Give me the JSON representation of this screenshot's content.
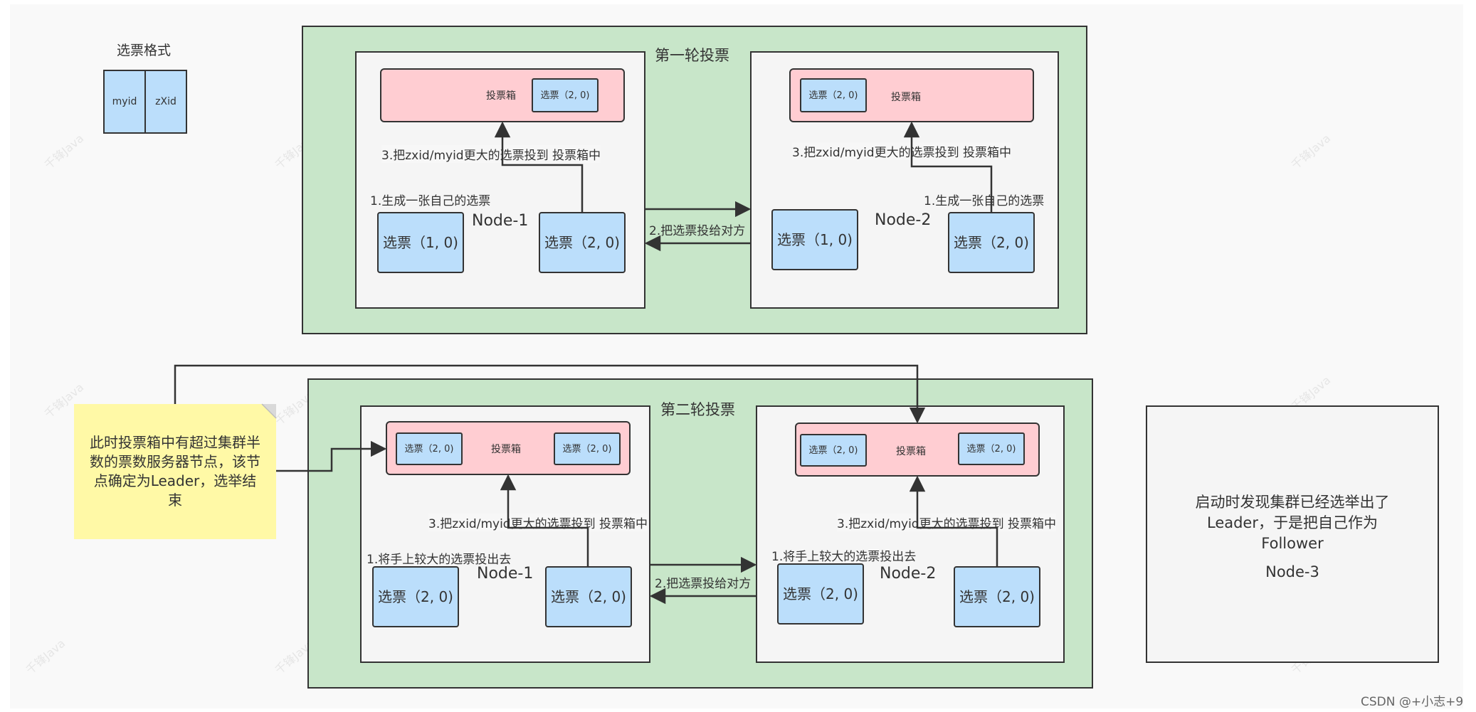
{
  "legend": {
    "title": "选票格式",
    "left": "myid",
    "right": "zXid"
  },
  "round1": {
    "title": "第一轮投票",
    "node1": {
      "name": "Node-1",
      "ballot_label": "投票箱",
      "ballot_vote": "选票（2, 0)",
      "vote_left": "选票（1, 0)",
      "vote_right": "选票（2, 0)",
      "step1": "1.生成一张自己的选票",
      "step3": "3.把zxid/myid更大的选票投到 投票箱中"
    },
    "node2": {
      "name": "Node-2",
      "ballot_label": "投票箱",
      "ballot_vote": "选票（2, 0)",
      "vote_left": "选票（1, 0)",
      "vote_right": "选票（2, 0)",
      "step1": "1.生成一张自己的选票",
      "step3": "3.把zxid/myid更大的选票投到 投票箱中"
    },
    "step2": "2.把选票投给对方"
  },
  "round2": {
    "title": "第二轮投票",
    "node1": {
      "name": "Node-1",
      "ballot_label": "投票箱",
      "ballot_vote_left": "选票（2, 0)",
      "ballot_vote_right": "选票（2, 0)",
      "vote_left": "选票（2, 0)",
      "vote_right": "选票（2, 0)",
      "step1": "1.将手上较大的选票投出去",
      "step3": "3.把zxid/myid更大的选票投到 投票箱中"
    },
    "node2": {
      "name": "Node-2",
      "ballot_label": "投票箱",
      "ballot_vote_left": "选票（2, 0)",
      "ballot_vote_right": "选票（2, 0)",
      "vote_left": "选票（2, 0)",
      "vote_right": "选票（2, 0)",
      "step1": "1.将手上较大的选票投出去",
      "step3": "3.把zxid/myid更大的选票投到 投票箱中"
    },
    "step2": "2.把选票投给对方"
  },
  "note": "此时投票箱中有超过集群半数的票数服务器节点，该节点确定为Leader，选举结束",
  "node3": {
    "desc": "启动时发现集群已经选举出了Leader，于是把自己作为Follower",
    "name": "Node-3"
  },
  "watermark": "千锋Java",
  "credit": "CSDN @+小志+9"
}
